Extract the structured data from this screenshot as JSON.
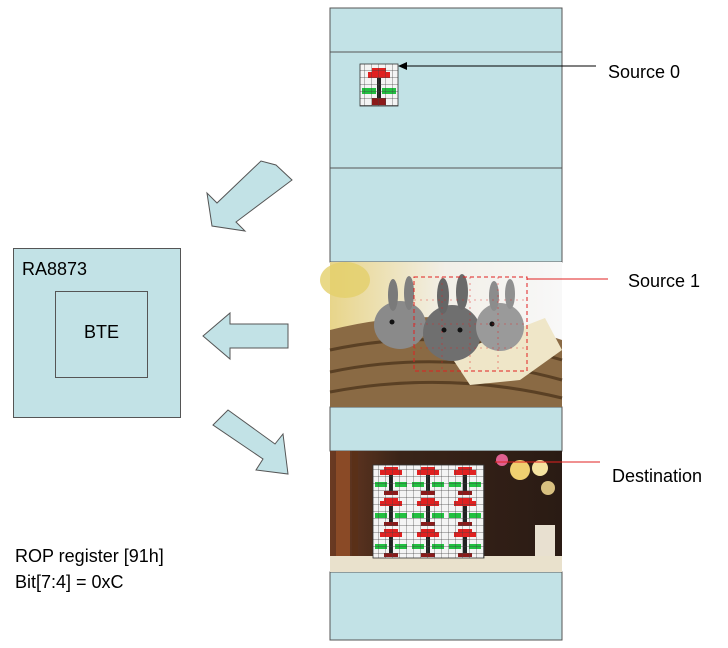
{
  "chip": {
    "title": "RA8873",
    "engine": "BTE"
  },
  "rop": {
    "line1": "ROP register [91h]",
    "line2": "Bit[7:4] = 0xC"
  },
  "labels": {
    "source0": "Source 0",
    "source1": "Source 1",
    "destination": "Destination"
  },
  "colors": {
    "memory": "#c2e2e6",
    "annotation_red": "#e02020",
    "pattern_red": "#e02020",
    "pattern_green": "#22c040",
    "pattern_dark": "#222222"
  },
  "icons": {
    "source0_image": "flower-pattern-8x8",
    "source1_image": "rabbits-in-basket-photo",
    "destination_image": "flower-pattern-tiled-over-photo"
  }
}
